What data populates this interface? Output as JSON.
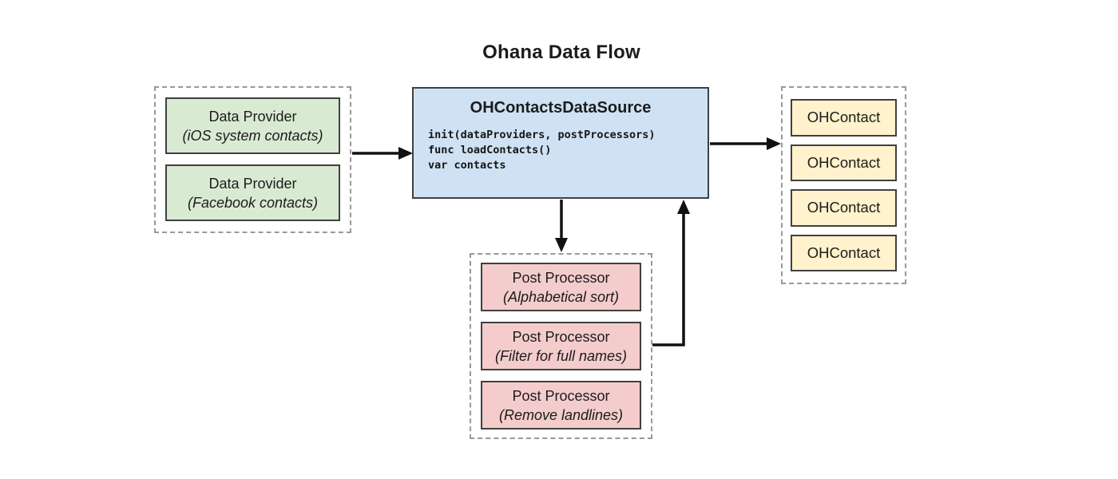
{
  "title": "Ohana Data Flow",
  "colors": {
    "green": "#d9ead3",
    "blue": "#cfe2f3",
    "yellow": "#fff2cc",
    "pink": "#f4cccc",
    "node-border": "#404040",
    "dash": "#999999",
    "arrow": "#111111",
    "text": "#1c1c1c"
  },
  "data_providers": {
    "items": [
      {
        "line1": "Data Provider",
        "line2": "(iOS system contacts)"
      },
      {
        "line1": "Data Provider",
        "line2": "(Facebook contacts)"
      }
    ]
  },
  "datasource": {
    "title": "OHContactsDataSource",
    "code": [
      "init(dataProviders, postProcessors)",
      "func loadContacts()",
      "var contacts"
    ]
  },
  "contacts": {
    "items": [
      "OHContact",
      "OHContact",
      "OHContact",
      "OHContact"
    ]
  },
  "post_processors": {
    "items": [
      {
        "line1": "Post Processor",
        "line2": "(Alphabetical sort)"
      },
      {
        "line1": "Post Processor",
        "line2": "(Filter for full names)"
      },
      {
        "line1": "Post Processor",
        "line2": "(Remove landlines)"
      }
    ]
  }
}
